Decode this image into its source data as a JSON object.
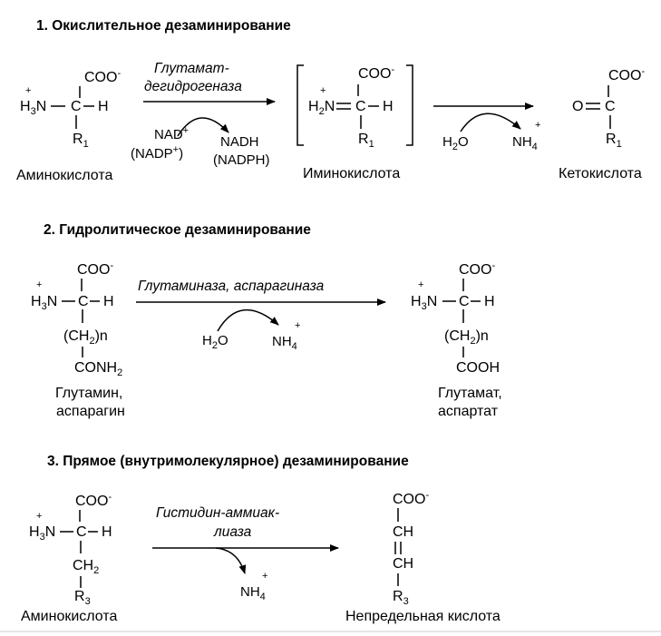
{
  "sections": [
    {
      "title": "1. Окислительное дезаминирование",
      "enzyme": [
        "Глутамат-",
        "дегидрогеназа"
      ],
      "labels": {
        "substrate": "Аминокислота",
        "intermediate": "Иминокислота",
        "product": "Кетокислота"
      }
    },
    {
      "title": "2. Гидролитическое дезаминирование",
      "enzyme": [
        "Глутаминаза, аспарагиназа"
      ],
      "labels": {
        "substrate": [
          "Глутамин,",
          "аспарагин"
        ],
        "product": [
          "Глутамат,",
          "аспартат"
        ]
      }
    },
    {
      "title": "3. Прямое (внутримолекулярное) дезаминирование",
      "enzyme": [
        "Гистидин-аммиак-",
        "лиаза"
      ],
      "labels": {
        "substrate": "Аминокислота",
        "product": "Непредельная кислота"
      }
    }
  ],
  "chem": {
    "coo": "COO",
    "minus": "-",
    "plus": "+",
    "H": "H",
    "N": "N",
    "C": "C",
    "O": "O",
    "R": "R",
    "sub1": "1",
    "sub2": "2",
    "sub3": "3",
    "sub4": "4",
    "CH": "CH",
    "n": "n",
    "NH": "NH",
    "COOH": "COOH",
    "CONH": "CONH",
    "nad": "NAD",
    "nadp": "(NADP",
    "nadh": "NADH",
    "nadph": "(NADPH)",
    "paren_close": ")"
  }
}
